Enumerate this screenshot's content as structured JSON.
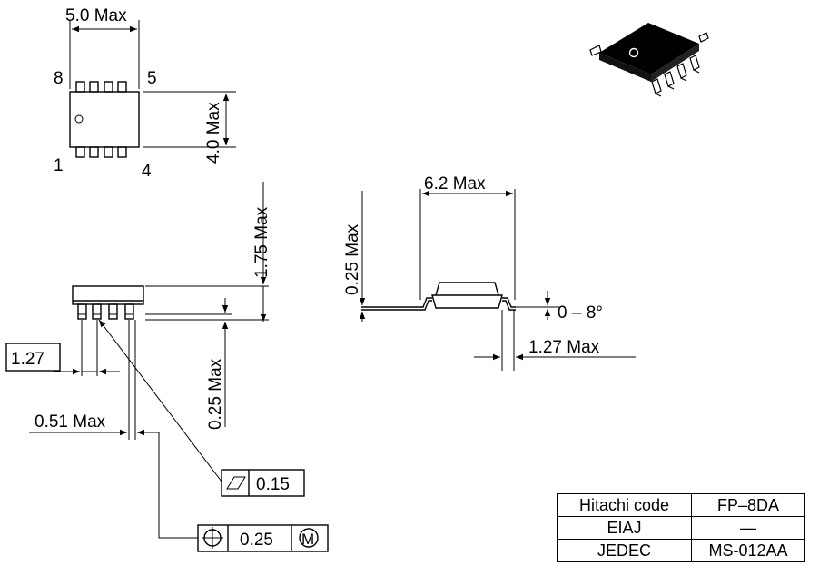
{
  "top_view": {
    "width_label": "5.0 Max",
    "height_label": "4.0 Max",
    "pin_labels": {
      "pin8": "8",
      "pin5": "5",
      "pin1": "1",
      "pin4": "4"
    }
  },
  "side_view": {
    "height_label": "1.75 Max",
    "standoff_label": "0.25 Max",
    "pitch_label": "1.27",
    "lead_width_label": "0.51 Max",
    "flatness_tolerance": "0.15",
    "position_tolerance": "0.25",
    "mmc_symbol": "M"
  },
  "end_view": {
    "width_label": "6.2 Max",
    "thickness_label": "0.25 Max",
    "angle_label": "0 – 8°",
    "foot_length_label": "1.27 Max"
  },
  "package_codes": [
    {
      "label": "Hitachi code",
      "value": "FP–8DA"
    },
    {
      "label": "EIAJ",
      "value": "—"
    },
    {
      "label": "JEDEC",
      "value": "MS-012AA"
    }
  ]
}
